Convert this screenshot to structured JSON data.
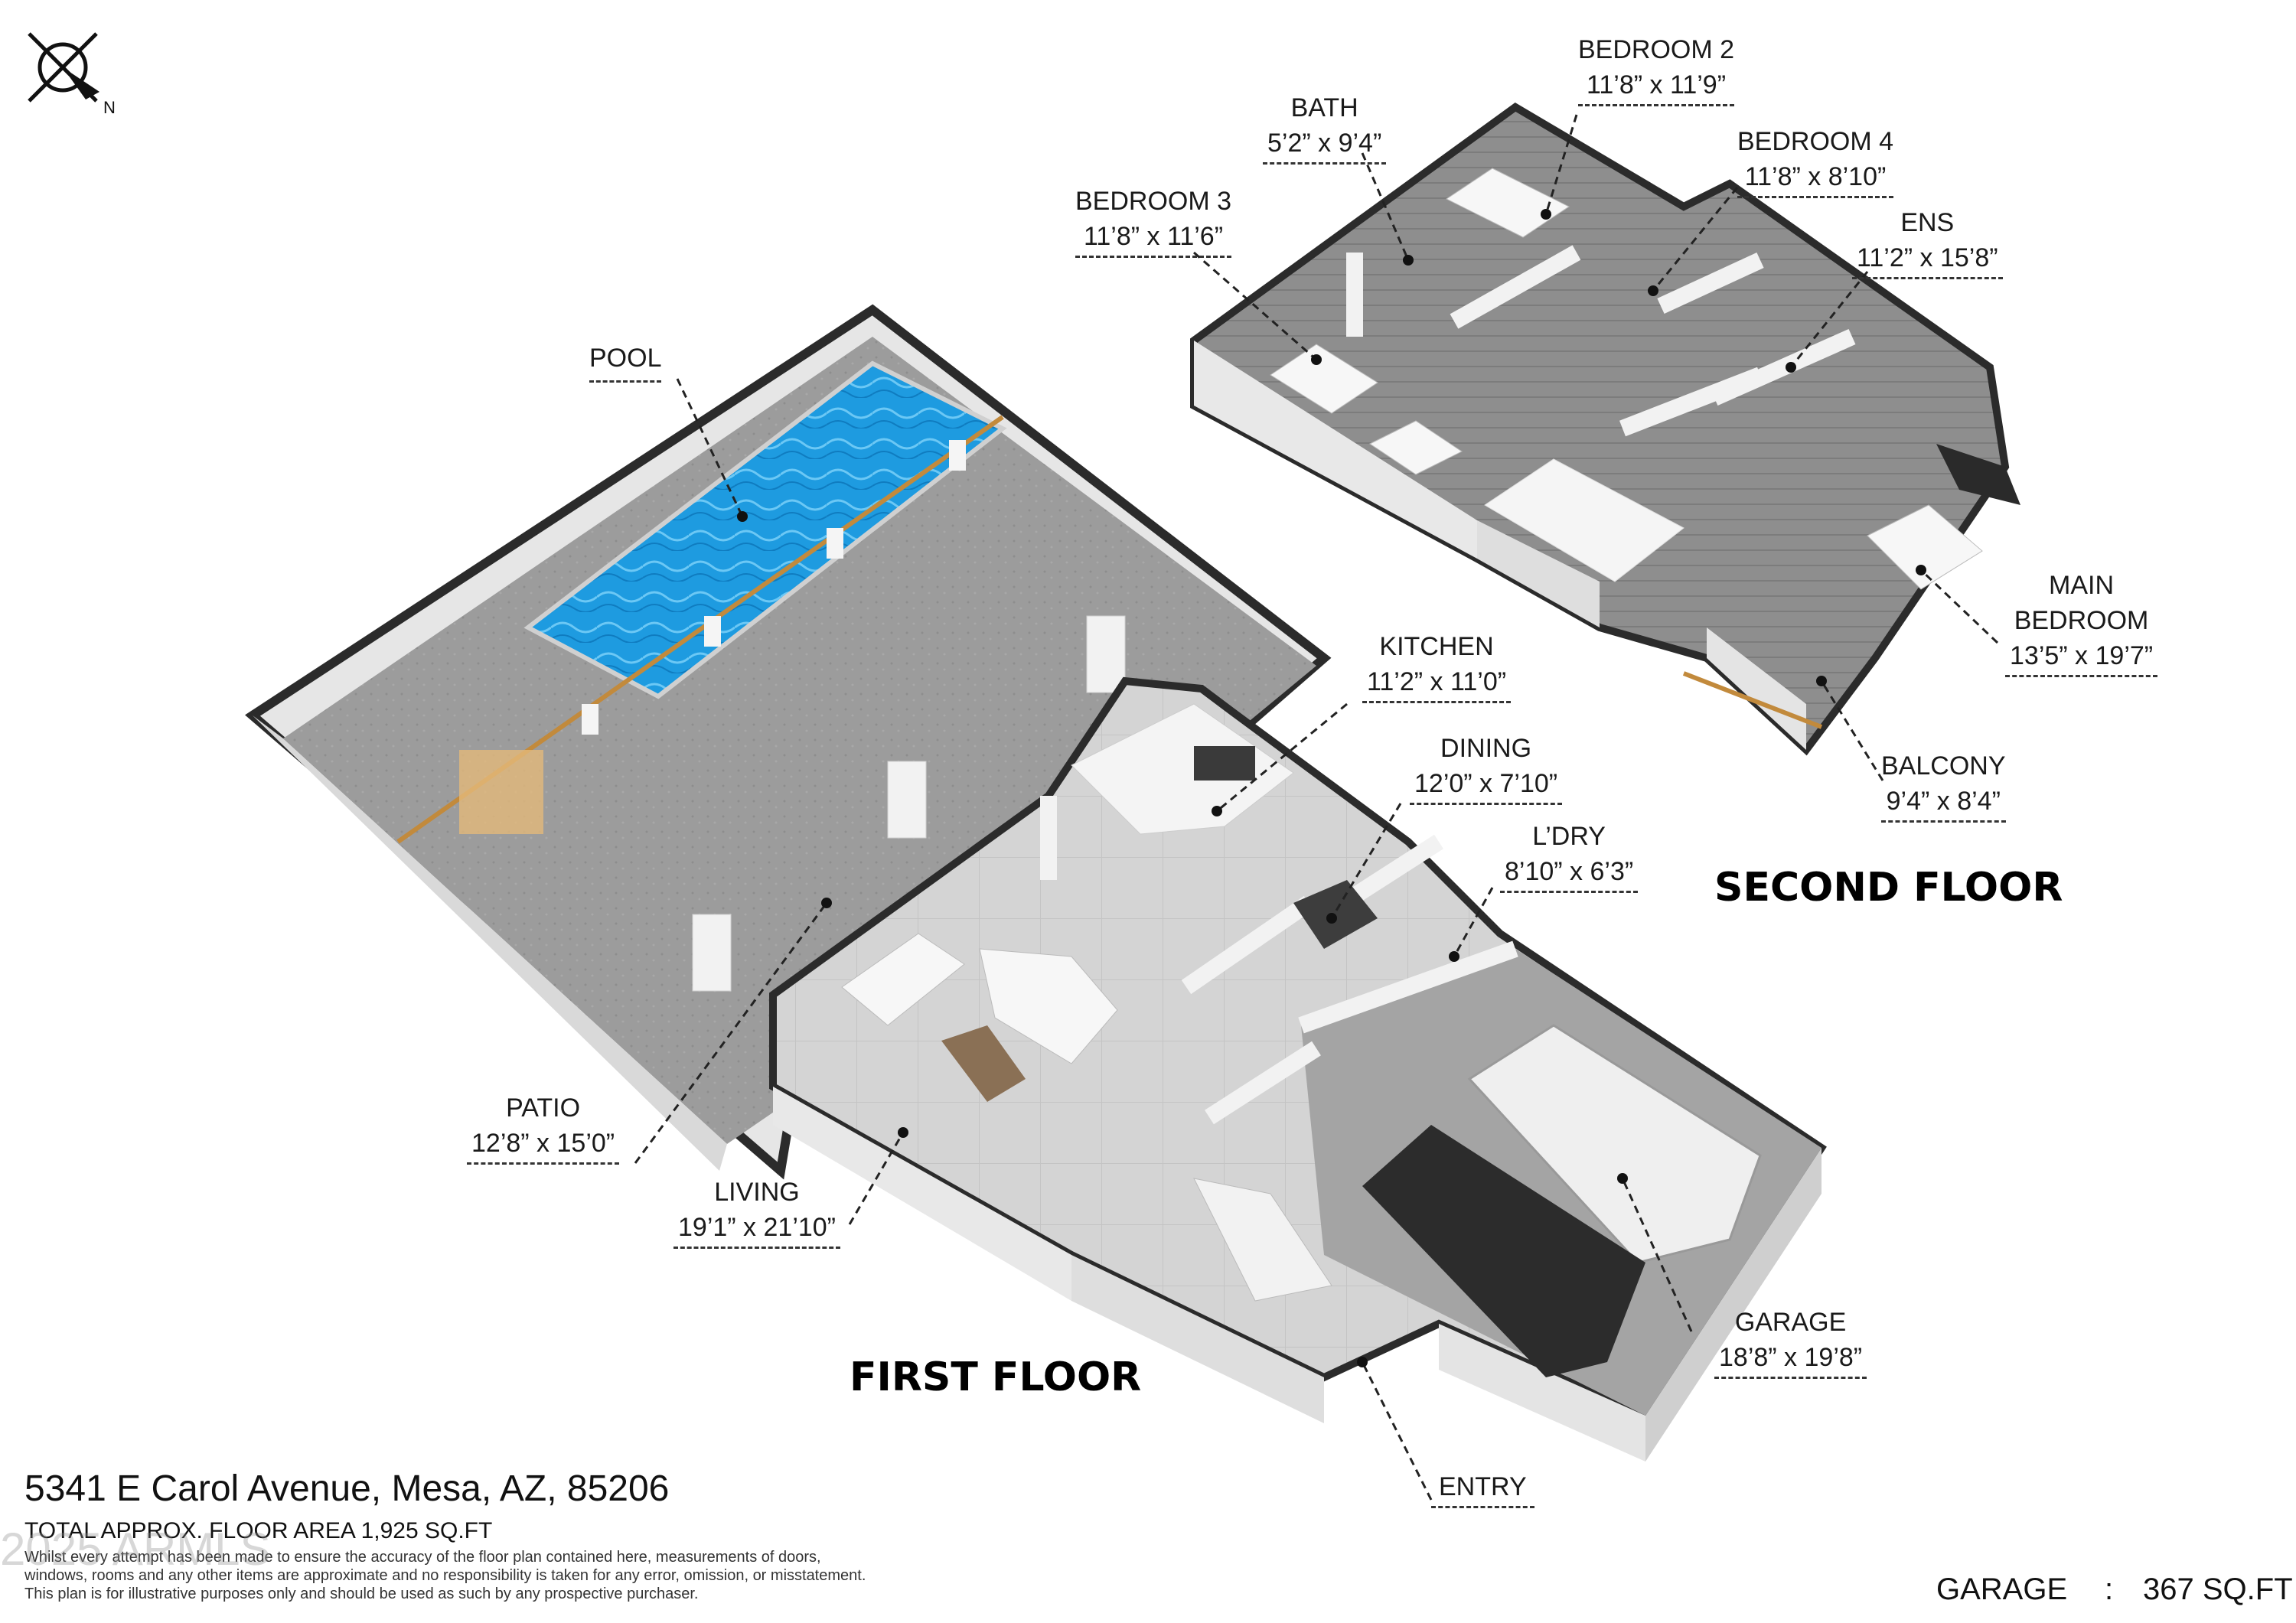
{
  "compass": {
    "icon": "compass-north-icon",
    "label": "N"
  },
  "floors": {
    "first": "FIRST FLOOR",
    "second": "SECOND FLOOR"
  },
  "rooms": {
    "pool": {
      "name": "POOL",
      "dim": ""
    },
    "patio": {
      "name": "PATIO",
      "dim": "12’8” x 15’0”"
    },
    "living": {
      "name": "LIVING",
      "dim": "19’1” x 21’10”"
    },
    "kitchen": {
      "name": "KITCHEN",
      "dim": "11’2” x 11’0”"
    },
    "dining": {
      "name": "DINING",
      "dim": "12’0” x 7’10”"
    },
    "laundry": {
      "name": "L’DRY",
      "dim": "8’10” x 6’3”"
    },
    "garage": {
      "name": "GARAGE",
      "dim": "18’8” x 19’8”"
    },
    "entry": {
      "name": "ENTRY",
      "dim": ""
    },
    "bedroom2": {
      "name": "BEDROOM 2",
      "dim": "11’8” x 11’9”"
    },
    "bath": {
      "name": "BATH",
      "dim": "5’2” x 9’4”"
    },
    "bedroom3": {
      "name": "BEDROOM 3",
      "dim": "11’8” x 11’6”"
    },
    "bedroom4": {
      "name": "BEDROOM 4",
      "dim": "11’8” x 8’10”"
    },
    "ens": {
      "name": "ENS",
      "dim": "11’2” x 15’8”"
    },
    "main_bedroom": {
      "name": "MAIN",
      "name2": "BEDROOM",
      "dim": "13’5” x 19’7”"
    },
    "balcony": {
      "name": "BALCONY",
      "dim": "9’4” x 8’4”"
    }
  },
  "footer": {
    "address": "5341 E Carol Avenue, Mesa, AZ, 85206",
    "total": "TOTAL APPROX. FLOOR AREA 1,925 SQ.FT",
    "disclaimer1": "Whilst every attempt has been made to ensure the accuracy of the floor plan contained here, measurements of doors,",
    "disclaimer2": "windows, rooms and any other items are approximate and no responsibility is taken for any error, omission, or misstatement.",
    "disclaimer3": "This plan is for illustrative purposes only and should be used as such by any prospective purchaser.",
    "watermark": "2025 ARMLS",
    "garage_label": "GARAGE",
    "garage_sep": ":",
    "garage_area": "367 SQ.FT"
  },
  "colors": {
    "pool": "#1e9be0",
    "floor": "#b8b8b8",
    "wall": "#ececec",
    "wall_top": "#2b2b2b",
    "patio": "#9a9a9a"
  }
}
